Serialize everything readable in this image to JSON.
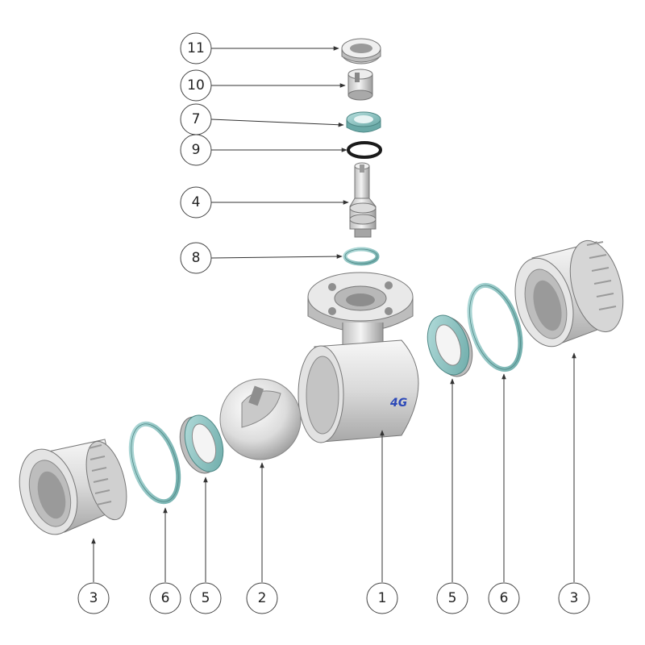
{
  "diagram": {
    "kind": "exploded-assembly",
    "brand_mark": "4G",
    "colors": {
      "metal_light": "#ececec",
      "metal_mid": "#c9c9c9",
      "metal_dark": "#8e8e8e",
      "seal_teal": "#8fc5c4",
      "seal_teal_dark": "#5f9e9c",
      "oring_black": "#1a1a1a",
      "brand_blue": "#2c49b8",
      "line": "#333333"
    },
    "callouts": {
      "c11": "11",
      "c10": "10",
      "c7": "7",
      "c9": "9",
      "c4": "4",
      "c8": "8",
      "b1": "3",
      "b2": "6",
      "b3": "5",
      "b4": "2",
      "b5": "1",
      "b6": "5",
      "b7": "6",
      "b8": "3"
    },
    "parts": [
      {
        "id": "stem-nut",
        "number": "11"
      },
      {
        "id": "stem-bushing",
        "number": "10"
      },
      {
        "id": "stem-seal",
        "number": "7"
      },
      {
        "id": "o-ring",
        "number": "9"
      },
      {
        "id": "stem",
        "number": "4"
      },
      {
        "id": "stem-washer",
        "number": "8"
      },
      {
        "id": "end-connector",
        "number": "3"
      },
      {
        "id": "body-gasket",
        "number": "6"
      },
      {
        "id": "seat",
        "number": "5"
      },
      {
        "id": "ball",
        "number": "2"
      },
      {
        "id": "body",
        "number": "1"
      }
    ]
  }
}
